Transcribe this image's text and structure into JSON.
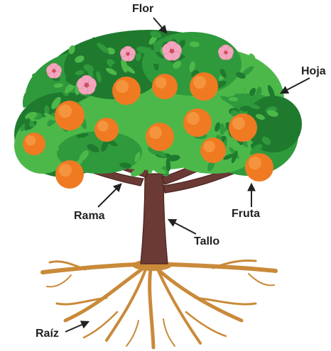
{
  "diagram": {
    "labels": {
      "flower": "Flor",
      "leaf": "Hoja",
      "branch": "Rama",
      "fruit": "Fruta",
      "trunk": "Tallo",
      "root": "Raíz"
    },
    "colors": {
      "leaf_dark": "#1f7a2e",
      "leaf_mid": "#2f9a3c",
      "leaf_light": "#4cb84a",
      "fruit": "#f07a22",
      "fruit_light": "#f9a552",
      "flower": "#f4a6be",
      "trunk": "#6b3a34",
      "trunk_dark": "#4a2420",
      "root": "#c98a3a",
      "arrow": "#222222"
    }
  }
}
